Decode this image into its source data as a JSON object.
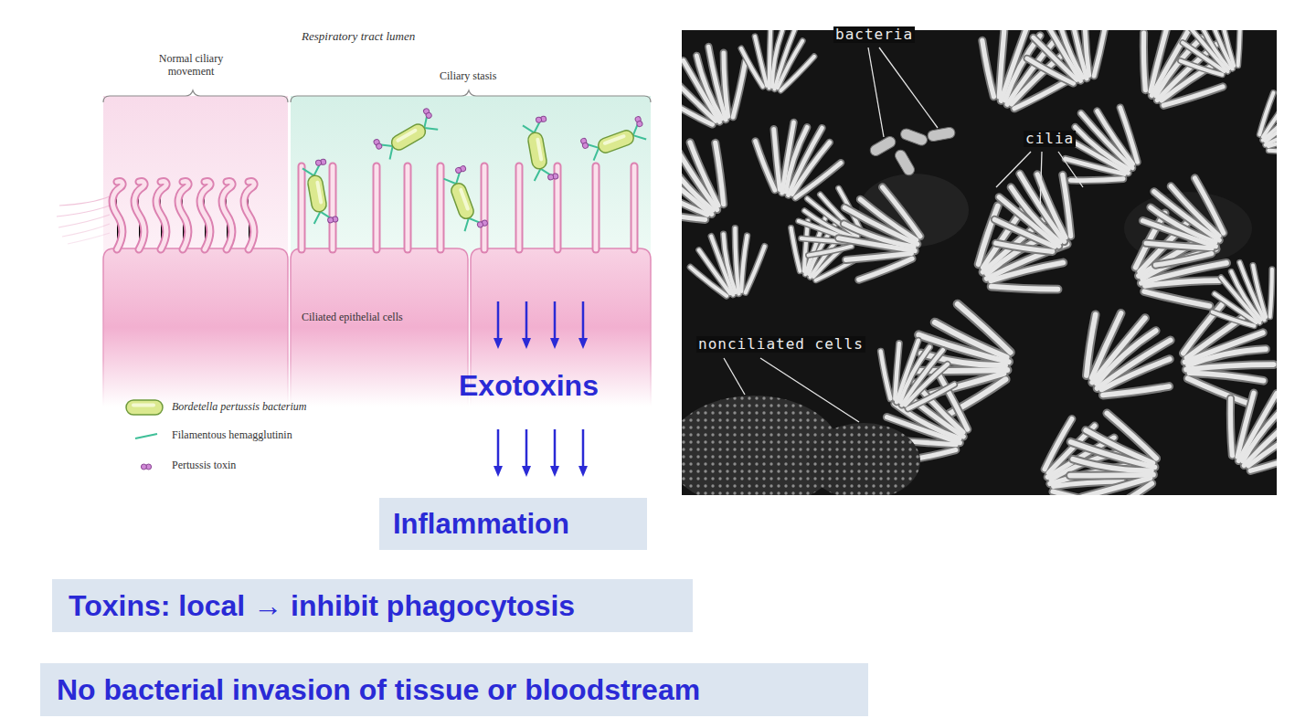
{
  "diagram": {
    "nodes": [
      {
        "text": [
          "Inflammation"
        ]
      },
      {
        "text": [
          "Toxins: local → inhibit phagocytosis"
        ]
      },
      {
        "text": [
          "No bacterial invasion of tissue or bloodstream"
        ]
      }
    ],
    "labels": [
      "Respiratory tract lumen",
      "Normal ciliary movement",
      "Ciliary stasis",
      "Ciliated epithelial cells",
      "Exotoxins",
      "bacteria",
      "cilia",
      "nonciliated cells"
    ],
    "legend": [
      {
        "text": "Bordetella pertussis bacterium"
      },
      {
        "text": "Filamentous hemagglutinin"
      },
      {
        "text": "Pertussis toxin"
      }
    ]
  }
}
